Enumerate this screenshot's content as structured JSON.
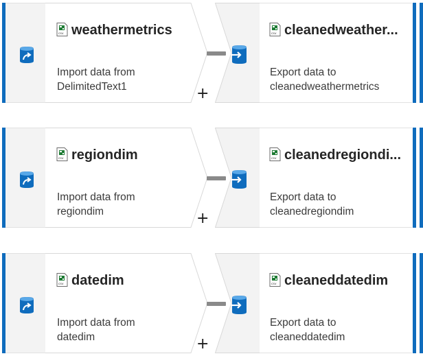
{
  "flows": [
    {
      "source": {
        "title": "weathermetrics",
        "desc_line1": "Import data from",
        "desc_line2": "DelimitedText1"
      },
      "sink": {
        "title": "cleanedweather...",
        "desc_line1": "Export data to",
        "desc_line2": "cleanedweathermetrics"
      },
      "add_label": "+"
    },
    {
      "source": {
        "title": "regiondim",
        "desc_line1": "Import data from",
        "desc_line2": "regiondim"
      },
      "sink": {
        "title": "cleanedregiondi...",
        "desc_line1": "Export data to",
        "desc_line2": "cleanedregiondim"
      },
      "add_label": "+"
    },
    {
      "source": {
        "title": "datedim",
        "desc_line1": "Import data from",
        "desc_line2": "datedim"
      },
      "sink": {
        "title": "cleaneddatedim",
        "desc_line1": "Export data to",
        "desc_line2": "cleaneddatedim"
      },
      "add_label": "+"
    }
  ],
  "icons": {
    "source": "source-dataset-icon",
    "sink": "sink-dataset-icon",
    "file": "csv-file-icon"
  },
  "colors": {
    "accent": "#0f6cbd",
    "connector": "#8a8a8a",
    "csv_green": "#1e7b34"
  }
}
